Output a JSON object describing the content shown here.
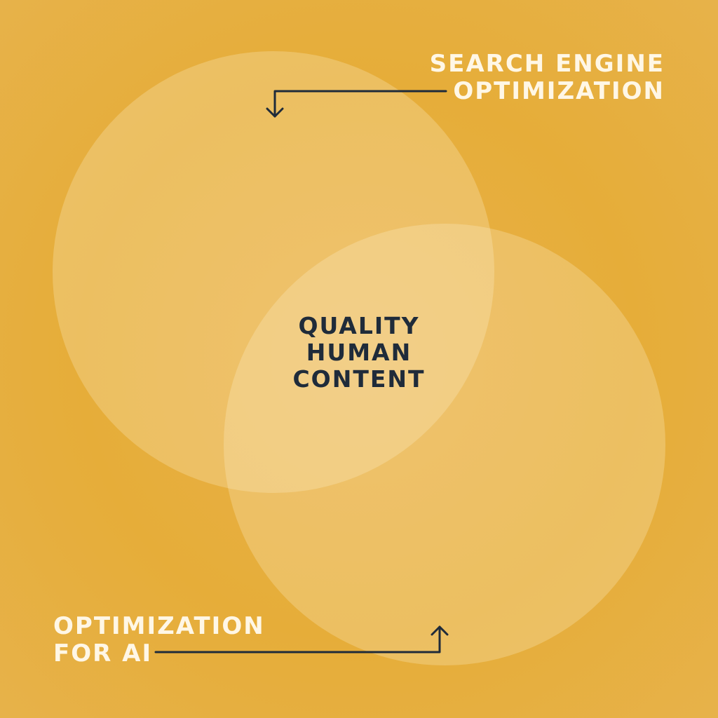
{
  "diagram": {
    "type": "venn",
    "sets": [
      {
        "id": "seo",
        "lines": [
          "SEARCH ENGINE",
          "OPTIMIZATION"
        ]
      },
      {
        "id": "ai",
        "lines": [
          "OPTIMIZATION",
          "FOR AI"
        ]
      }
    ],
    "intersection": {
      "lines": [
        "QUALITY",
        "HUMAN",
        "CONTENT"
      ]
    }
  },
  "colors": {
    "background": "#e7ae3c",
    "circle_fill": "#fff3d6",
    "label_light": "#fff7e6",
    "label_dark": "#1f2b3a",
    "arrow": "#1f2b3a"
  },
  "icons": [
    "arrow-down-icon",
    "arrow-up-icon"
  ]
}
